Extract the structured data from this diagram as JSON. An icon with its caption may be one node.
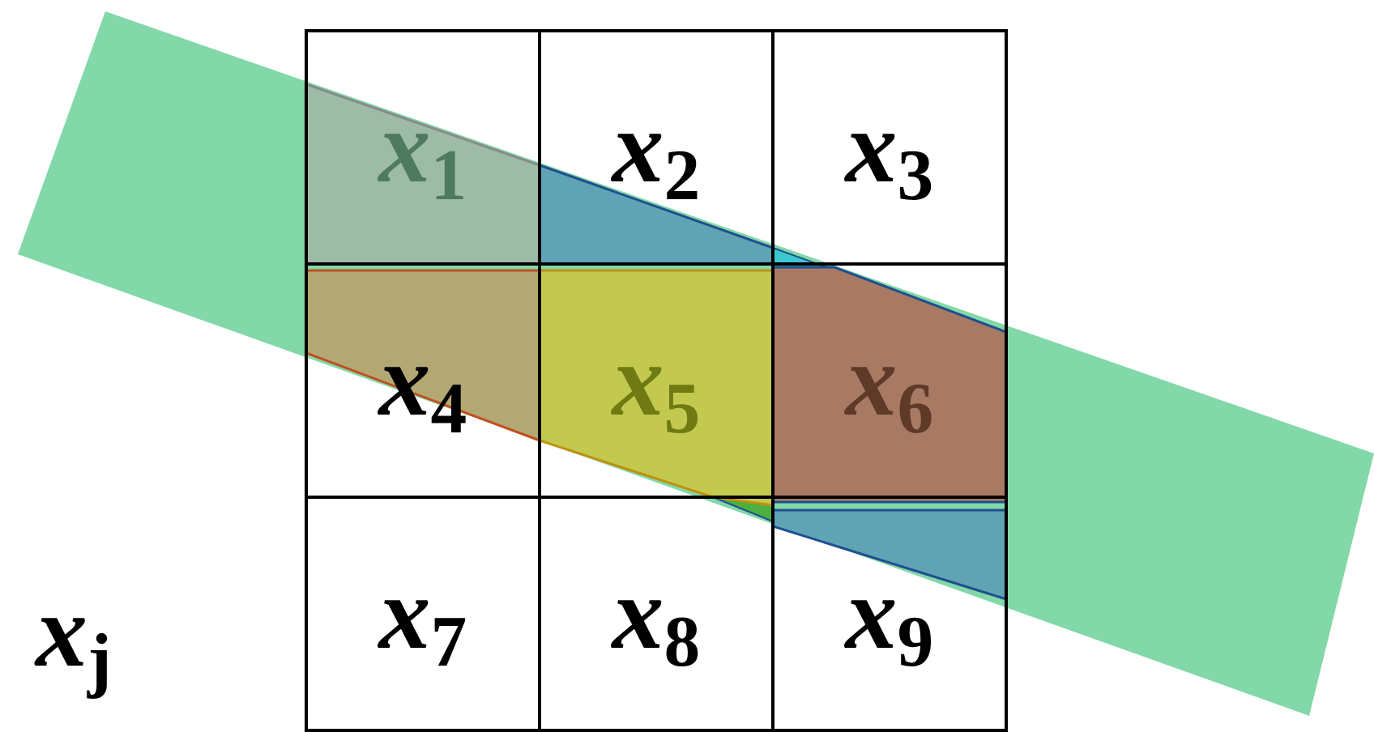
{
  "diagram": {
    "nodes": [
      {
        "text": [
          "x$_{1}$"
        ]
      },
      {
        "text": [
          "x$_{2}$"
        ]
      },
      {
        "text": [
          "x$_{3}$"
        ]
      },
      {
        "text": [
          "x$_{4}$"
        ]
      },
      {
        "text": [
          "x$_{5}$"
        ]
      },
      {
        "text": [
          "x$_{6}$"
        ]
      },
      {
        "text": [
          "x$_{7}$"
        ]
      },
      {
        "text": [
          "x$_{8}$"
        ]
      },
      {
        "text": [
          "x$_{9}$"
        ]
      }
    ],
    "labels": [
      "x$_{j}$"
    ]
  }
}
